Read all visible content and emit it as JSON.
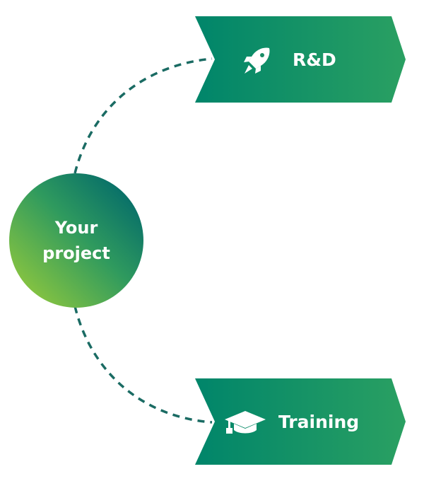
{
  "hub": {
    "line1": "Your",
    "line2": "project"
  },
  "branches": [
    {
      "label": "R&D",
      "icon": "rocket-icon"
    },
    {
      "label": "Training",
      "icon": "graduation-cap-icon"
    }
  ],
  "colors": {
    "connector": "#1a6b63",
    "banner_start": "#00856a",
    "banner_end": "#2aa062",
    "hub_start": "#8cc63f",
    "hub_end": "#046b6a",
    "text": "#ffffff"
  }
}
